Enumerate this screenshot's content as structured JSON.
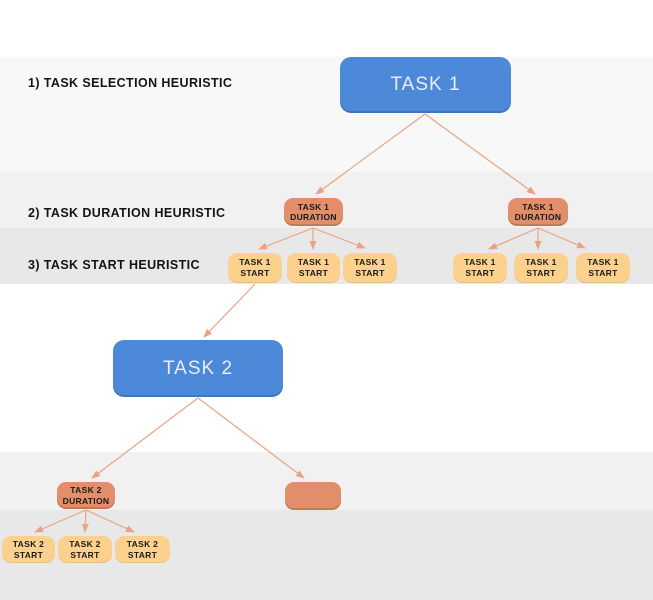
{
  "colors": {
    "blue": "#4d89d9",
    "blue-text": "#eaeef5",
    "salmon": "#e28e6a",
    "yellow": "#fcd08d",
    "arrow": "#e9a284",
    "band-faint": "#f8f8f8",
    "band-light": "#f1f1f1",
    "band-dark": "#e8e8e8",
    "label-text": "#141414",
    "node-text": "#1a1a1a"
  },
  "labels": {
    "step1": "1) TASK SELECTION HEURISTIC",
    "step2": "2) TASK DURATION HEURISTIC",
    "step3": "3) TASK START HEURISTIC"
  },
  "nodes": {
    "task1": {
      "label": "TASK 1"
    },
    "task2": {
      "label": "TASK 2"
    },
    "t1_duration": {
      "line1": "TASK 1",
      "line2": "DURATION"
    },
    "t1_start": {
      "line1": "TASK 1",
      "line2": "START"
    },
    "t2_duration": {
      "line1": "TASK 2",
      "line2": "DURATION"
    },
    "t2_start": {
      "line1": "TASK 2",
      "line2": "START"
    },
    "empty": {
      "label": ""
    }
  }
}
